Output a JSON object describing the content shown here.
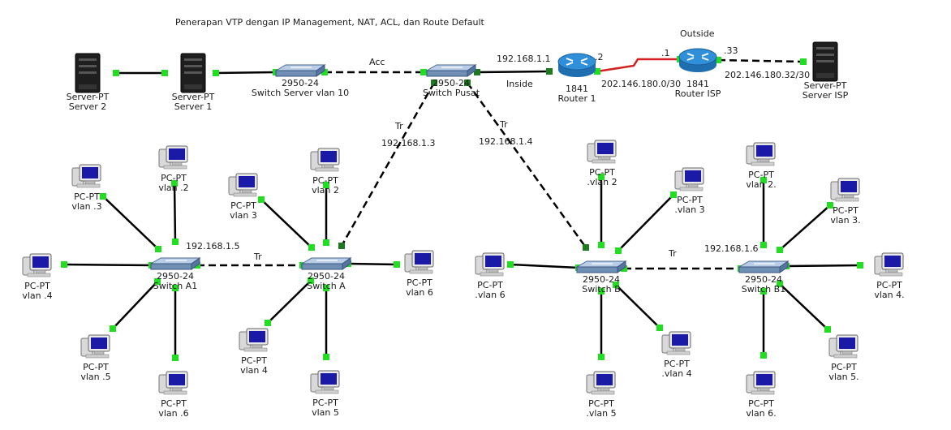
{
  "title": "Penerapan VTP dengan IP Management, NAT, ACL, dan Route Default",
  "colors": {
    "cable": "#000000",
    "serial": "#d42020",
    "port_up": "#22dd22",
    "port_dark": "#1e7a1e",
    "router": "#2f8fd8",
    "switch": "#6f8fb5"
  },
  "devices": [
    {
      "id": "srv2",
      "type": "server",
      "icon": "server-icon",
      "line1": "Server-PT",
      "line2": "Server 2"
    },
    {
      "id": "srv1",
      "type": "server",
      "icon": "server-icon",
      "line1": "Server-PT",
      "line2": "Server 1"
    },
    {
      "id": "swsrv",
      "type": "switch",
      "icon": "switch-icon",
      "line1": "2950-24",
      "line2": "Switch Server vlan 10"
    },
    {
      "id": "swpusat",
      "type": "switch",
      "icon": "switch-icon",
      "line1": "2950-24",
      "line2": "Switch Pusat"
    },
    {
      "id": "r1",
      "type": "router",
      "icon": "router-icon",
      "line1": "1841",
      "line2": "Router 1"
    },
    {
      "id": "risp",
      "type": "router",
      "icon": "router-icon",
      "line1": "1841",
      "line2": "Router ISP"
    },
    {
      "id": "srvisp",
      "type": "server",
      "icon": "server-icon",
      "line1": "Server-PT",
      "line2": "Server ISP"
    },
    {
      "id": "swa1",
      "type": "switch",
      "icon": "switch-icon",
      "line1": "2950-24",
      "line2": "Switch A1"
    },
    {
      "id": "swa",
      "type": "switch",
      "icon": "switch-icon",
      "line1": "2950-24",
      "line2": "Switch A"
    },
    {
      "id": "swb",
      "type": "switch",
      "icon": "switch-icon",
      "line1": "2950-24",
      "line2": "Switch B"
    },
    {
      "id": "swb1",
      "type": "switch",
      "icon": "switch-icon",
      "line1": "2950-24",
      "line2": "Switch B1"
    },
    {
      "id": "a1v2",
      "type": "pc",
      "icon": "pc-icon",
      "line1": "PC-PT",
      "line2": "vlan .2"
    },
    {
      "id": "a1v3",
      "type": "pc",
      "icon": "pc-icon",
      "line1": "PC-PT",
      "line2": "vlan .3"
    },
    {
      "id": "a1v4",
      "type": "pc",
      "icon": "pc-icon",
      "line1": "PC-PT",
      "line2": "vlan .4"
    },
    {
      "id": "a1v5",
      "type": "pc",
      "icon": "pc-icon",
      "line1": "PC-PT",
      "line2": "vlan .5"
    },
    {
      "id": "a1v6",
      "type": "pc",
      "icon": "pc-icon",
      "line1": "PC-PT",
      "line2": "vlan .6"
    },
    {
      "id": "av2",
      "type": "pc",
      "icon": "pc-icon",
      "line1": "PC-PT",
      "line2": "vlan 2"
    },
    {
      "id": "av3",
      "type": "pc",
      "icon": "pc-icon",
      "line1": "PC-PT",
      "line2": "vlan 3"
    },
    {
      "id": "av4",
      "type": "pc",
      "icon": "pc-icon",
      "line1": "PC-PT",
      "line2": "vlan 4"
    },
    {
      "id": "av5",
      "type": "pc",
      "icon": "pc-icon",
      "line1": "PC-PT",
      "line2": "vlan 5"
    },
    {
      "id": "av6",
      "type": "pc",
      "icon": "pc-icon",
      "line1": "PC-PT",
      "line2": "vlan 6"
    },
    {
      "id": "bv2",
      "type": "pc",
      "icon": "pc-icon",
      "line1": "PC-PT",
      "line2": ".vlan 2"
    },
    {
      "id": "bv3",
      "type": "pc",
      "icon": "pc-icon",
      "line1": "PC-PT",
      "line2": ".vlan 3"
    },
    {
      "id": "bv4",
      "type": "pc",
      "icon": "pc-icon",
      "line1": "PC-PT",
      "line2": ".vlan 4"
    },
    {
      "id": "bv5",
      "type": "pc",
      "icon": "pc-icon",
      "line1": "PC-PT",
      "line2": ".vlan 5"
    },
    {
      "id": "bv6",
      "type": "pc",
      "icon": "pc-icon",
      "line1": "PC-PT",
      "line2": ".vlan 6"
    },
    {
      "id": "b1v2",
      "type": "pc",
      "icon": "pc-icon",
      "line1": "PC-PT",
      "line2": "vlan 2."
    },
    {
      "id": "b1v3",
      "type": "pc",
      "icon": "pc-icon",
      "line1": "PC-PT",
      "line2": "vlan 3."
    },
    {
      "id": "b1v4",
      "type": "pc",
      "icon": "pc-icon",
      "line1": "PC-PT",
      "line2": "vlan 4."
    },
    {
      "id": "b1v5",
      "type": "pc",
      "icon": "pc-icon",
      "line1": "PC-PT",
      "line2": "vlan 5."
    },
    {
      "id": "b1v6",
      "type": "pc",
      "icon": "pc-icon",
      "line1": "PC-PT",
      "line2": "vlan 6."
    }
  ],
  "link_labels": [
    {
      "id": "acc",
      "text": "Acc"
    },
    {
      "id": "ip_r1",
      "text": "192.168.1.1"
    },
    {
      "id": "inside",
      "text": "Inside"
    },
    {
      "id": "dot2",
      "text": ".2"
    },
    {
      "id": "dot1",
      "text": ".1"
    },
    {
      "id": "outside",
      "text": "Outside"
    },
    {
      "id": "dot33",
      "text": ".33"
    },
    {
      "id": "wan",
      "text": "202.146.180.0/30"
    },
    {
      "id": "isp_net",
      "text": "202.146.180.32/30"
    },
    {
      "id": "tr_left",
      "text": "Tr"
    },
    {
      "id": "ip_swa",
      "text": "192.168.1.3"
    },
    {
      "id": "tr_right",
      "text": "Tr"
    },
    {
      "id": "ip_swb",
      "text": "192.168.1.4"
    },
    {
      "id": "ip_swa1",
      "text": "192.168.1.5"
    },
    {
      "id": "tr_a",
      "text": "Tr"
    },
    {
      "id": "tr_b",
      "text": "Tr"
    },
    {
      "id": "ip_swb1",
      "text": "192.168.1.6"
    }
  ]
}
